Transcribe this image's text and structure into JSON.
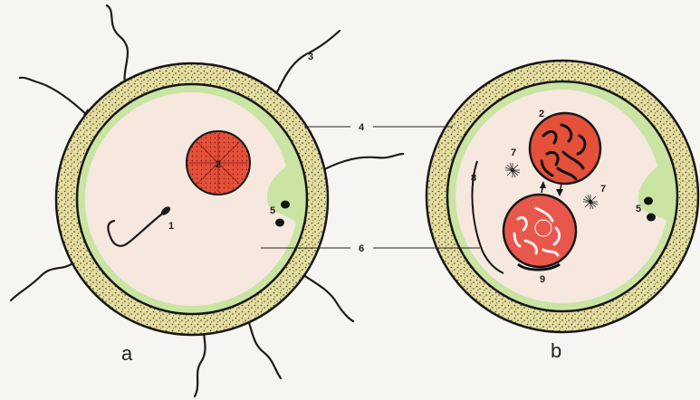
{
  "panels": [
    {
      "id": "a",
      "label": "a"
    },
    {
      "id": "b",
      "label": "b"
    }
  ],
  "labels": {
    "l1": "1",
    "l2a": "2",
    "l2b": "2",
    "l3": "3",
    "l4": "4",
    "l5a": "5",
    "l5b": "5",
    "l6": "6",
    "l7a": "7",
    "l7b": "7",
    "l8": "8",
    "l9": "9"
  },
  "colors": {
    "jelly_coat": "#e3dc9c",
    "perivitelline": "#c9e4a3",
    "cytoplasm": "#f6e8df",
    "nucleus": "#e4503a",
    "outline": "#161616"
  }
}
